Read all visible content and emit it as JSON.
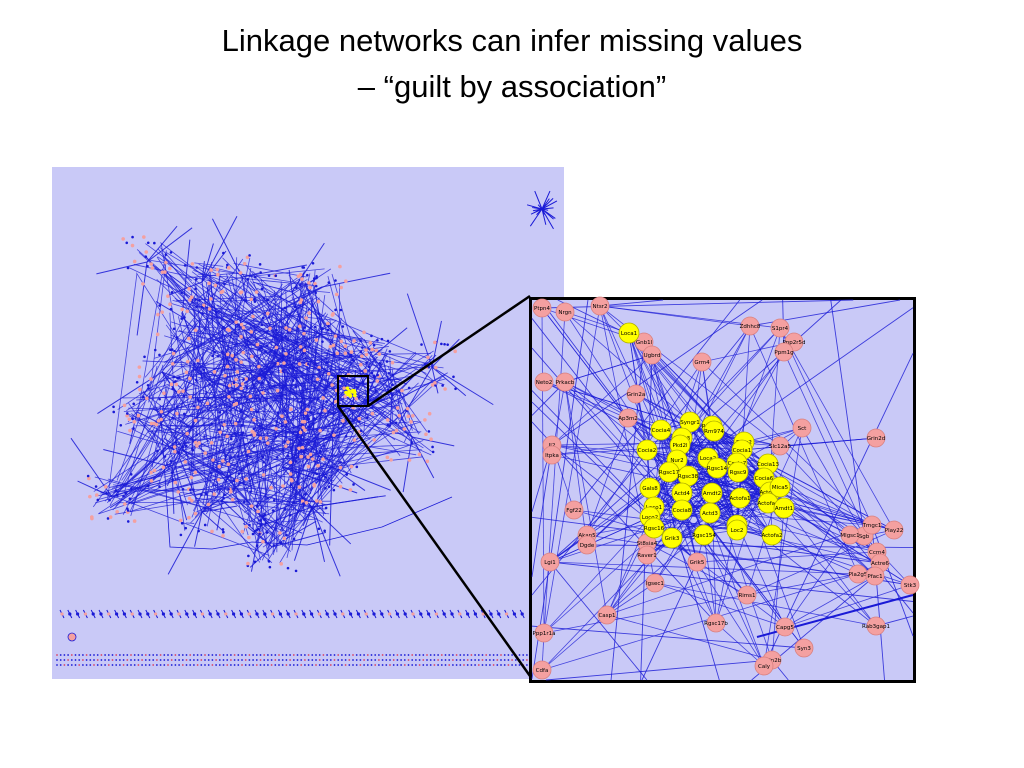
{
  "slide": {
    "title_line1": "Linkage networks can infer missing values",
    "title_line2": "– “guilt by association”"
  },
  "colors": {
    "panel_bg": "#c9c9f7",
    "edge": "#1a1ad6",
    "node_normal": "#f4a0a0",
    "node_highlight": "#ffff00",
    "frame": "#000000"
  },
  "zoom_view": {
    "pink_nodes": [
      "Ptpn4",
      "Nrgn",
      "Ntsr2",
      "S1pr4",
      "Zdhhc8",
      "Ppp2r5d",
      "Ppm1g",
      "Gnb1l",
      "Ugbrd",
      "Grm4",
      "Neto2",
      "Prkacb",
      "Grin2a",
      "Ap3m2",
      "Sct",
      "Grin2d",
      "Slc12a5",
      "Il2",
      "Itpka",
      "Fgf22",
      "Akap5",
      "Dgde",
      "Lgi1",
      "St8sia4",
      "Raver1",
      "Igsec1",
      "Grik5",
      "Casp1",
      "Rims1",
      "Rgsc17b",
      "Ppp1r1a",
      "Cdfa",
      "Capg5",
      "Grin2b",
      "Caly",
      "Syn3",
      "Rab3gap1",
      "Stk3",
      "Pla2g5",
      "Sgb",
      "Ccrn4",
      "Tmgc1",
      "Play22",
      "Actre6",
      "Pfac1",
      "Mlgsc1"
    ],
    "yellow_nodes": [
      "Loca1",
      "Syngr1",
      "Cocia4",
      "Rgsc15",
      "Loca3",
      "Rm974",
      "Cocia2",
      "Pkd2l",
      "Nur2",
      "Loca2",
      "Dloc2",
      "Cocia1",
      "Cocia7",
      "Rgsc17",
      "Rgsc38",
      "Rgsc14",
      "Rgsc9",
      "Cocia13",
      "Cocia6",
      "Actd4",
      "Amdt2",
      "Actofa1",
      "Actofa5",
      "Mica5",
      "Gals8",
      "Loco1",
      "Loco2",
      "Cocia8",
      "Rgsc16",
      "Actd3",
      "Actd2",
      "Actofa4",
      "Amdt1",
      "Grik3",
      "Rgsc154",
      "Loc2",
      "Actofa2"
    ]
  }
}
